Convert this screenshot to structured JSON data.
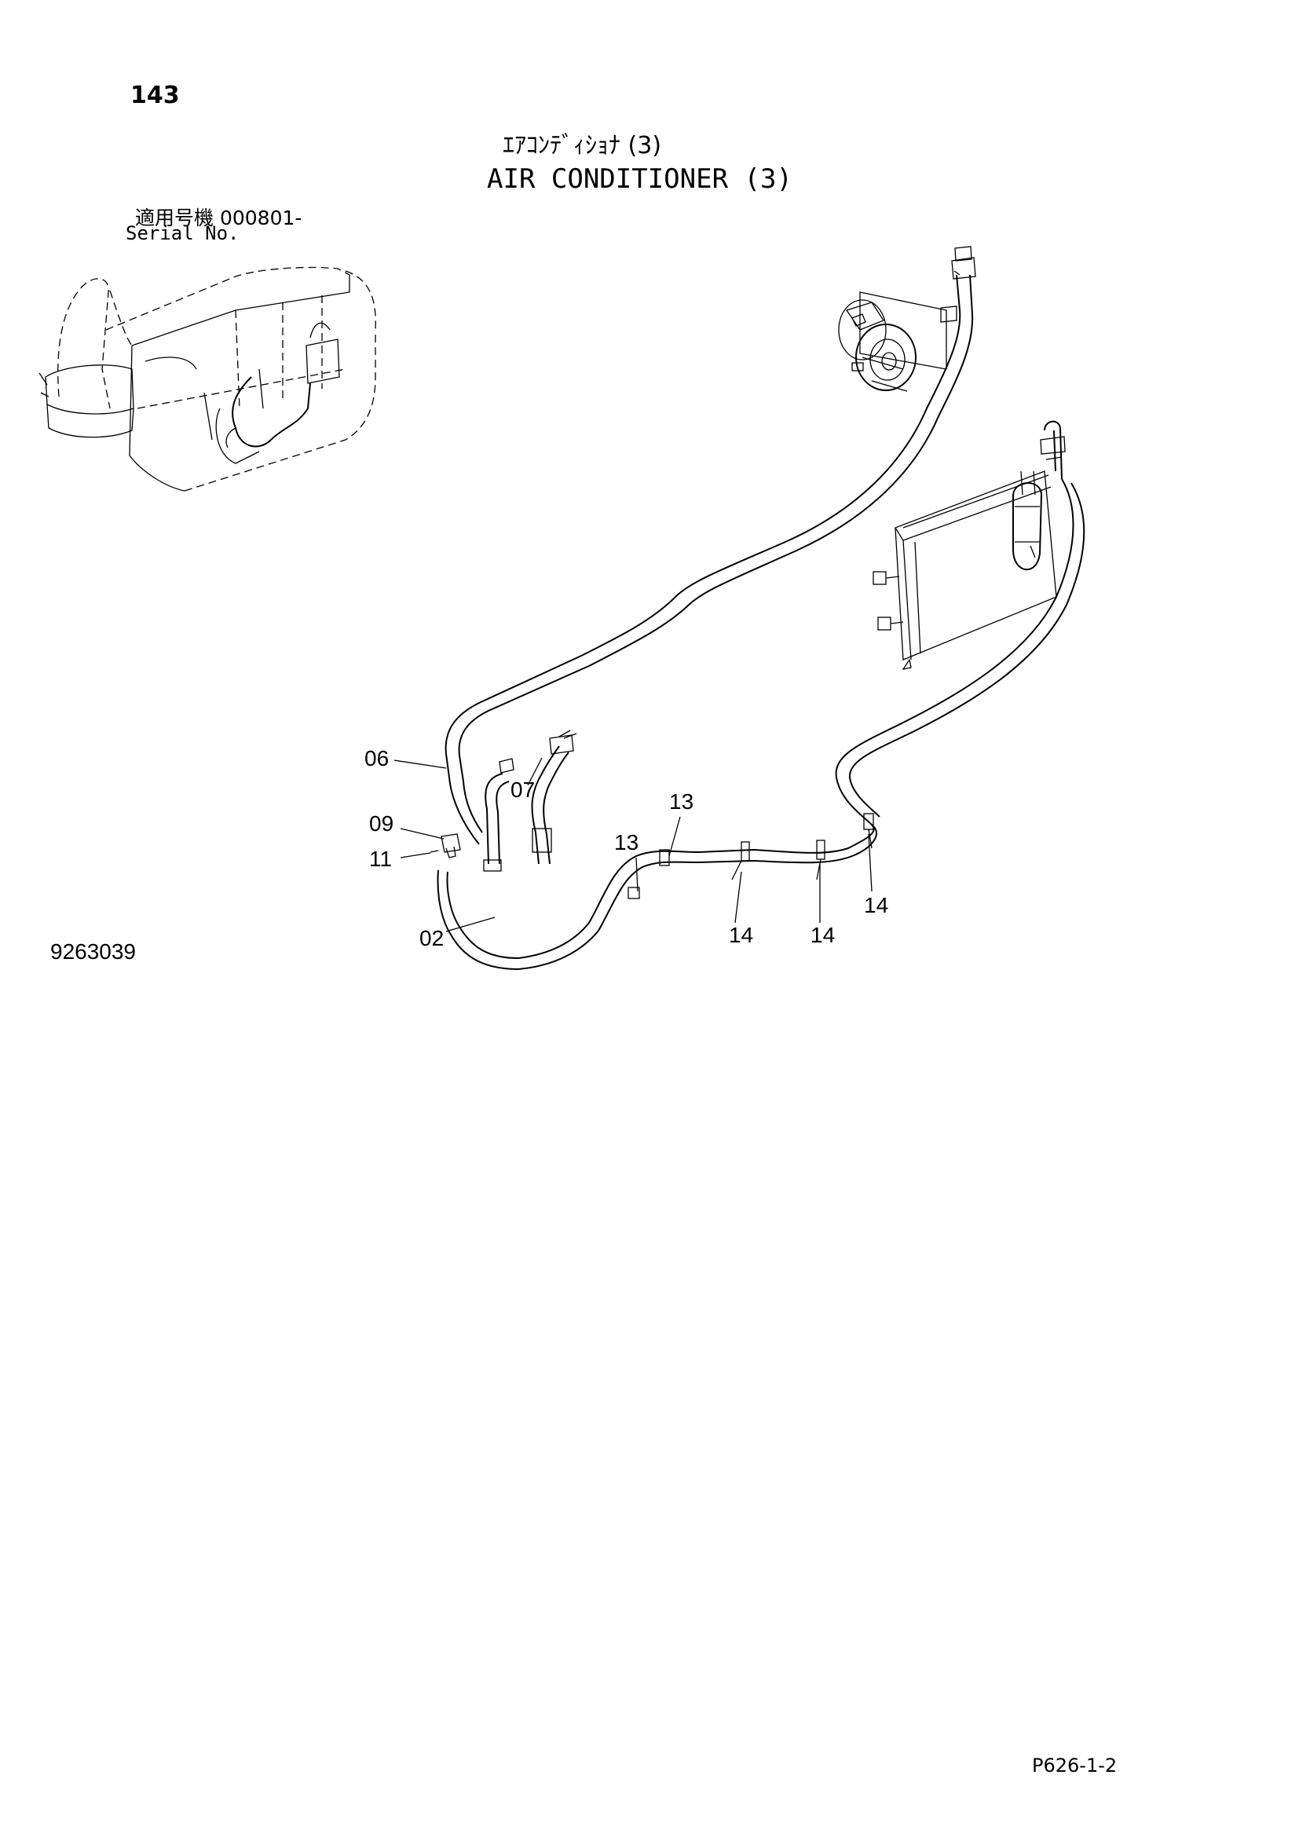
{
  "header": {
    "page_number": "143",
    "title_jp": "ｴｱｺﾝﾃﾞｨｼｮﾅ (3)",
    "title_en": "AIR CONDITIONER (3)",
    "serial_label_jp": "適用号機 000801-",
    "serial_label_en": "Serial No."
  },
  "diagram": {
    "callouts": [
      {
        "id": "06",
        "label": "06"
      },
      {
        "id": "07",
        "label": "07"
      },
      {
        "id": "09",
        "label": "09"
      },
      {
        "id": "11",
        "label": "11"
      },
      {
        "id": "02",
        "label": "02"
      },
      {
        "id": "13a",
        "label": "13"
      },
      {
        "id": "13b",
        "label": "13"
      },
      {
        "id": "14a",
        "label": "14"
      },
      {
        "id": "14b",
        "label": "14"
      },
      {
        "id": "14c",
        "label": "14"
      }
    ]
  },
  "footer": {
    "figure_id": "9263039",
    "page_code": "P626-1-2"
  }
}
